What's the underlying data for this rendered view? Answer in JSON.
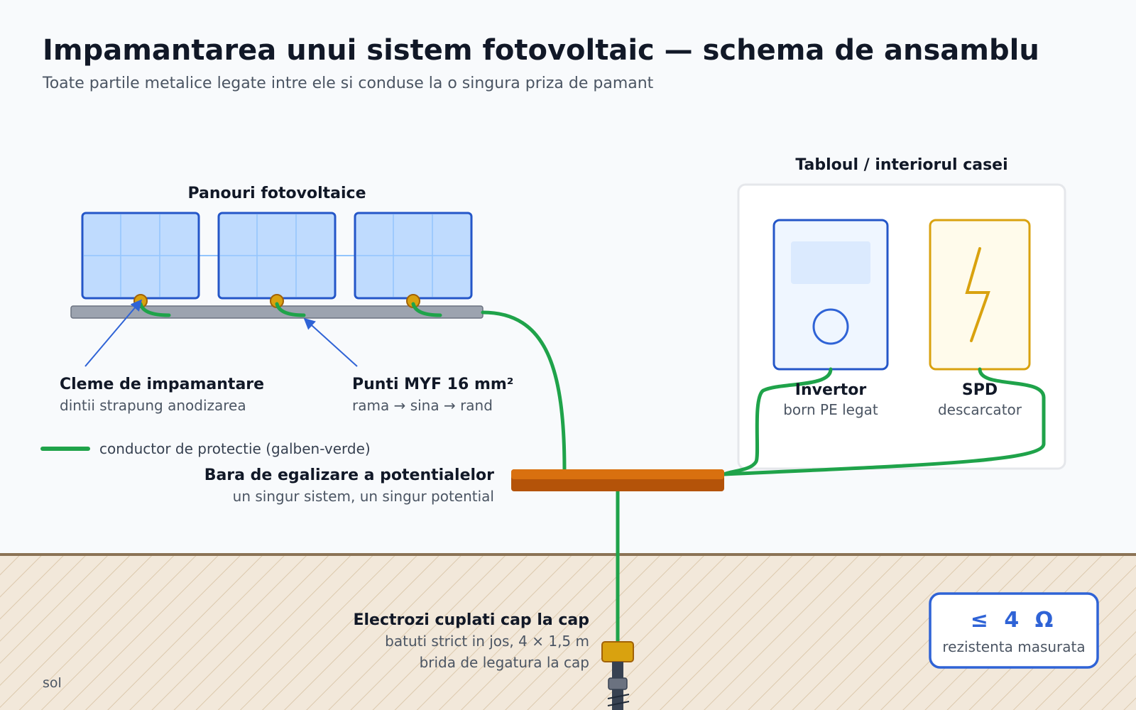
{
  "title": "Impamantarea unui sistem fotovoltaic — schema de ansamblu",
  "subtitle": "Toate partile metalice legate intre ele si conduse la o singura priza de pamant",
  "panels": {
    "label": "Panouri fotovoltaice"
  },
  "clamps": {
    "title": "Cleme de impamantare",
    "note": "dintii strapung anodizarea"
  },
  "bridges": {
    "title": "Punti MYF 16 mm²",
    "note": "rama → sina → rand"
  },
  "legend": {
    "label": "conductor de protectie (galben-verde)"
  },
  "busbar": {
    "title": "Bara de egalizare a potentialelor",
    "note": "un singur sistem, un singur potential"
  },
  "house": {
    "title": "Tabloul / interiorul casei",
    "inverter": {
      "title": "Invertor",
      "note": "born PE legat"
    },
    "spd": {
      "title": "SPD",
      "note": "descarcator"
    }
  },
  "electrodes": {
    "title": "Electrozi cuplati cap la cap",
    "note1": "batuti strict in jos, 4 × 1,5 m",
    "note2": "brida de legatura la cap"
  },
  "resistance": {
    "value": "≤ 4 Ω",
    "label": "rezistenta masurata"
  },
  "ground": {
    "label": "sol"
  },
  "colors": {
    "conductor": "#1fa34a",
    "panel_fill": "#bfdbfe",
    "panel_stroke": "#2456c8",
    "busbar": "#d9700f",
    "clamp": "#d9a20f",
    "soil": "#f2e8da",
    "accent": "#2f63d6"
  }
}
